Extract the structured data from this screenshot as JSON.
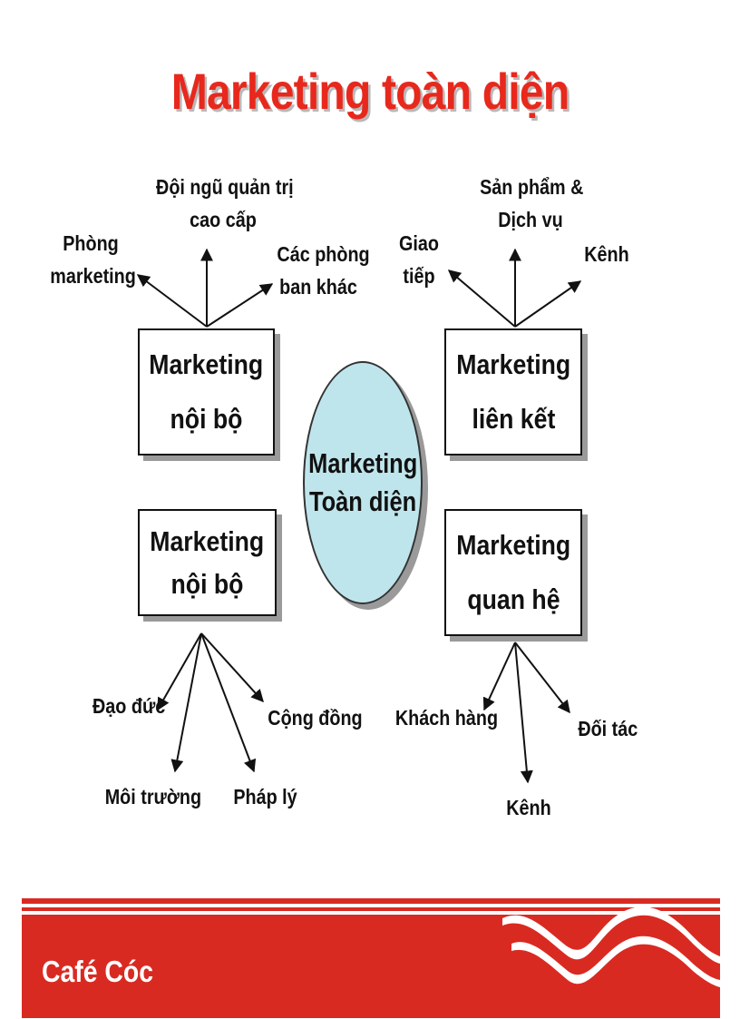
{
  "title": "Marketing toàn diện",
  "center": {
    "line1": "Marketing",
    "line2": "Toàn diện"
  },
  "boxes": {
    "top_left": {
      "line1": "Marketing",
      "line2": "nội bộ"
    },
    "top_right": {
      "line1": "Marketing",
      "line2": "liên kết"
    },
    "bottom_left": {
      "line1": "Marketing",
      "line2": "nội bộ"
    },
    "bottom_right": {
      "line1": "Marketing",
      "line2": "quan hệ"
    }
  },
  "labels": {
    "top_left": {
      "phong_marketing": [
        "Phòng",
        "marketing"
      ],
      "doi_ngu": [
        "Đội ngũ quản trị",
        "cao cấp"
      ],
      "cac_phong": [
        "Các phòng",
        "ban khác"
      ]
    },
    "top_right": {
      "giao_tiep": [
        "Giao",
        "tiếp"
      ],
      "san_pham": [
        "Sản phẩm &",
        "Dịch vụ"
      ],
      "kenh": "Kênh"
    },
    "bottom_left": {
      "dao_duc": "Đạo đức",
      "moi_truong": "Môi trường",
      "phap_ly": "Pháp lý",
      "cong_dong": "Cộng đồng"
    },
    "bottom_right": {
      "khach_hang": "Khách hàng",
      "kenh": "Kênh",
      "doi_tac": "Đối tác"
    }
  },
  "footer": {
    "brand": "Café Cóc"
  },
  "colors": {
    "title": "#e8281c",
    "footer_red": "#d92a22",
    "ellipse_fill": "#bfe5ec"
  }
}
